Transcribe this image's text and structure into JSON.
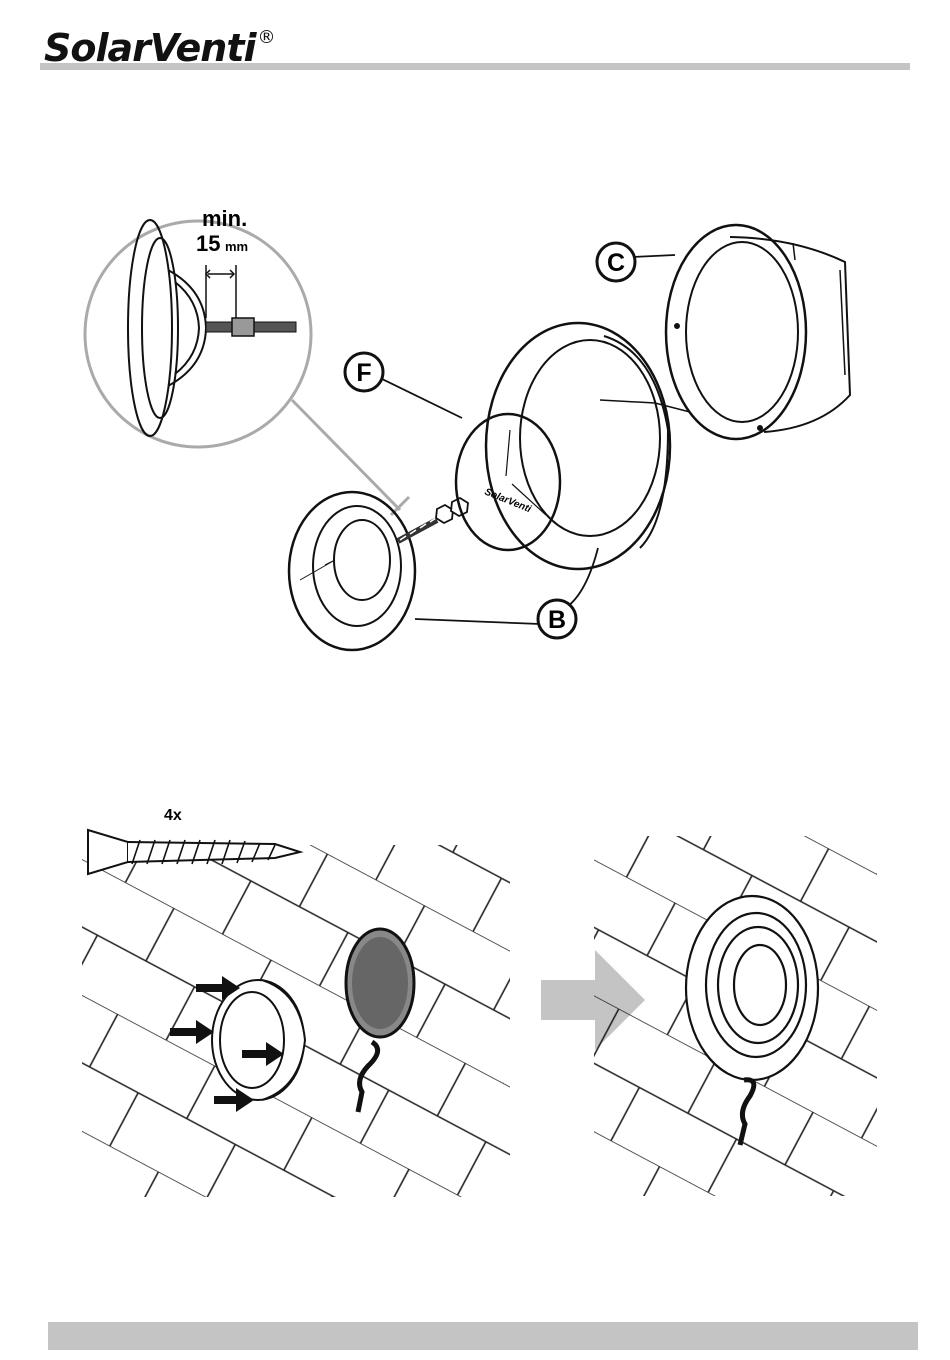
{
  "header": {
    "brand": "SolarVenti",
    "registered_mark": "®"
  },
  "figure_exploded": {
    "callout_min": "min.",
    "callout_value": "15",
    "callout_unit": "mm",
    "label_c": "C",
    "label_f": "F",
    "label_b": "B",
    "plate_brand": "SolarVenti"
  },
  "figure_mounting": {
    "screw_count": "4x"
  }
}
